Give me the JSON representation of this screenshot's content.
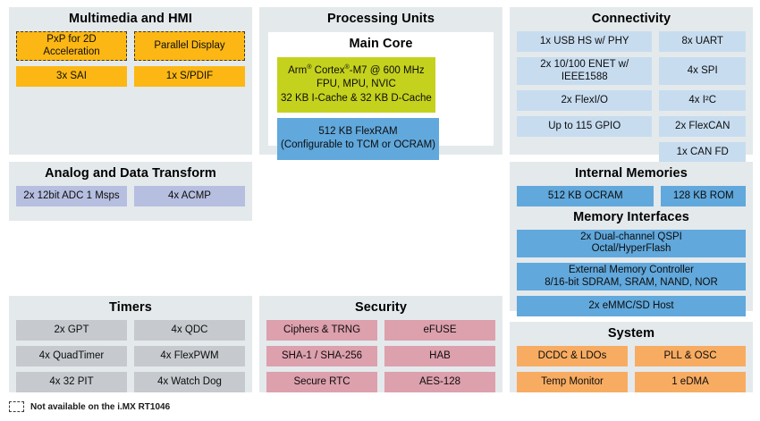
{
  "panels": {
    "multimedia": {
      "title": "Multimedia and HMI",
      "rows": [
        [
          {
            "label": "PxP for 2D Acceleration",
            "style": "orange-dashed"
          },
          {
            "label": "Parallel Display",
            "style": "orange-dashed"
          }
        ],
        [
          {
            "label": "3x SAI",
            "style": "orange"
          },
          {
            "label": "1x S/PDIF",
            "style": "orange"
          }
        ]
      ]
    },
    "processing": {
      "title": "Processing Units",
      "core_title": "Main Core",
      "core_blocks": [
        {
          "lines": [
            "Arm® Cortex®-M7 @ 600 MHz",
            "FPU, MPU, NVIC",
            "32 KB I-Cache & 32 KB D-Cache"
          ],
          "style": "green"
        },
        {
          "lines": [
            "512 KB FlexRAM",
            "(Configurable to TCM or OCRAM)"
          ],
          "style": "blue"
        }
      ]
    },
    "connectivity": {
      "title": "Connectivity",
      "rows": [
        [
          {
            "label": "1x USB HS w/ PHY",
            "style": "lightblue"
          },
          {
            "label": "8x UART",
            "style": "lightblue"
          }
        ],
        [
          {
            "label": "2x 10/100 ENET w/ IEEE1588",
            "style": "lightblue"
          },
          {
            "label": "4x SPI",
            "style": "lightblue"
          }
        ],
        [
          {
            "label": "2x FlexI/O",
            "style": "lightblue"
          },
          {
            "label": "4x I²C",
            "style": "lightblue"
          }
        ],
        [
          {
            "label": "Up to 115 GPIO",
            "style": "lightblue"
          },
          {
            "label": "2x FlexCAN",
            "style": "lightblue"
          }
        ],
        [
          {
            "label": "",
            "style": "spacer"
          },
          {
            "label": "1x CAN FD",
            "style": "lightblue"
          }
        ]
      ]
    },
    "analog": {
      "title": "Analog and Data Transform",
      "rows": [
        [
          {
            "label": "2x 12bit ADC 1 Msps",
            "style": "periwinkle"
          },
          {
            "label": "4x ACMP",
            "style": "periwinkle"
          }
        ]
      ]
    },
    "memories": {
      "title": "Internal Memories",
      "rows": [
        [
          {
            "label": "512 KB OCRAM",
            "style": "blue"
          },
          {
            "label": "128 KB ROM",
            "style": "blue"
          }
        ]
      ],
      "interfaces_title": "Memory Interfaces",
      "interface_rows": [
        {
          "lines": [
            "2x Dual-channel QSPI",
            "Octal/HyperFlash"
          ],
          "style": "blue"
        },
        {
          "lines": [
            "External Memory Controller",
            "8/16-bit SDRAM, SRAM, NAND, NOR"
          ],
          "style": "blue"
        },
        {
          "lines": [
            "2x eMMC/SD Host"
          ],
          "style": "blue"
        }
      ]
    },
    "timers": {
      "title": "Timers",
      "rows": [
        [
          {
            "label": "2x GPT",
            "style": "gray"
          },
          {
            "label": "4x QDC",
            "style": "gray"
          }
        ],
        [
          {
            "label": "4x QuadTimer",
            "style": "gray"
          },
          {
            "label": "4x FlexPWM",
            "style": "gray"
          }
        ],
        [
          {
            "label": "4x 32 PIT",
            "style": "gray"
          },
          {
            "label": "4x Watch Dog",
            "style": "gray"
          }
        ]
      ]
    },
    "security": {
      "title": "Security",
      "rows": [
        [
          {
            "label": "Ciphers & TRNG",
            "style": "pink"
          },
          {
            "label": "eFUSE",
            "style": "pink"
          }
        ],
        [
          {
            "label": "SHA-1 / SHA-256",
            "style": "pink"
          },
          {
            "label": "HAB",
            "style": "pink"
          }
        ],
        [
          {
            "label": "Secure RTC",
            "style": "pink"
          },
          {
            "label": "AES-128",
            "style": "pink"
          }
        ]
      ]
    },
    "system": {
      "title": "System",
      "rows": [
        [
          {
            "label": "DCDC & LDOs",
            "style": "peach"
          },
          {
            "label": "PLL & OSC",
            "style": "peach"
          }
        ],
        [
          {
            "label": "Temp Monitor",
            "style": "peach"
          },
          {
            "label": "1 eDMA",
            "style": "peach"
          }
        ]
      ]
    }
  },
  "footnote": {
    "text": "Not available on the i.MX RT1046",
    "swatch": "dashed-box-icon"
  },
  "colors": {
    "panel_background": "#e4e9ec",
    "orange": "#fcb714",
    "light_blue": "#c7dcef",
    "periwinkle": "#b6bfe0",
    "blue": "#61a8dc",
    "gray": "#c6cace",
    "pink": "#dda0ad",
    "peach": "#f8ac62",
    "green": "#c5d21d",
    "page_background": "#ffffff"
  }
}
